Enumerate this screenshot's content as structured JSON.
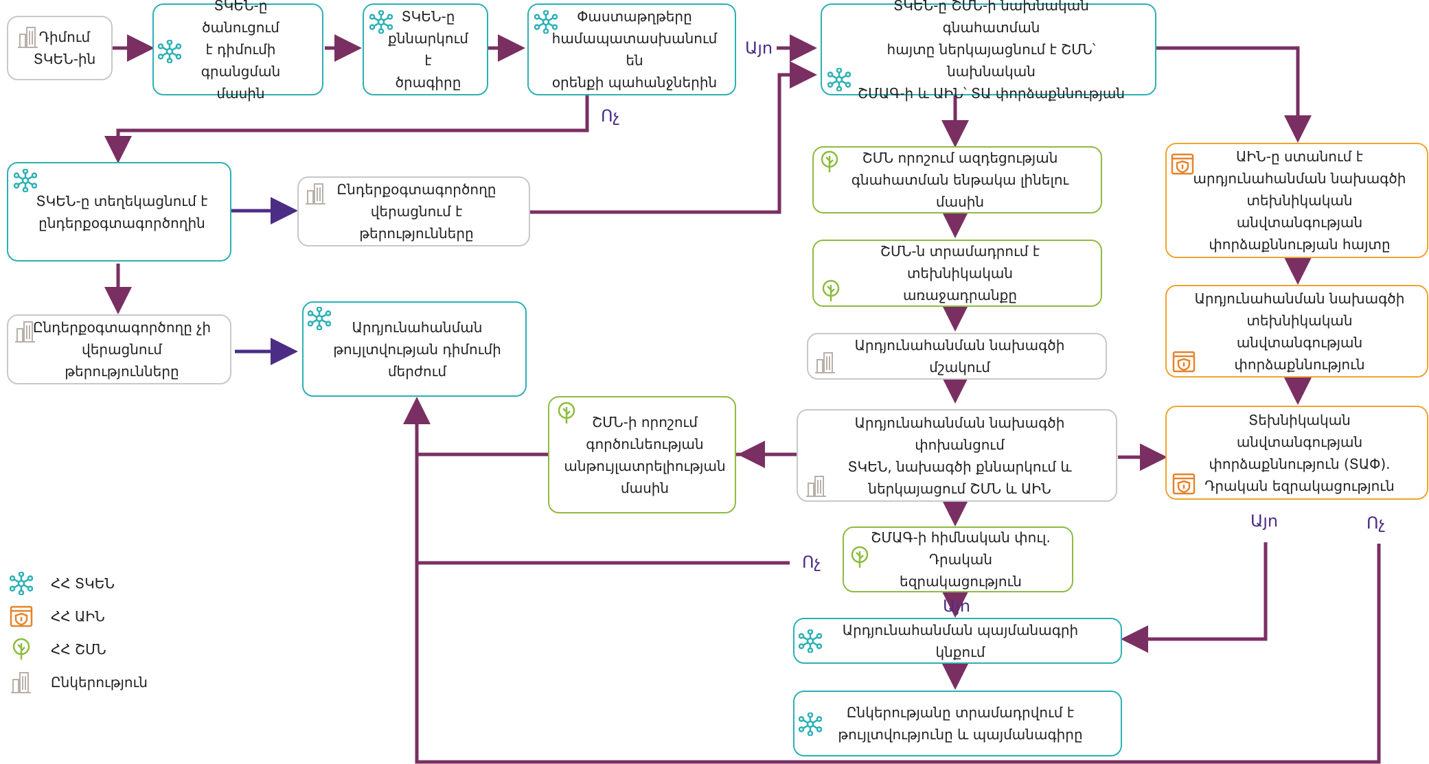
{
  "colors": {
    "connector": "#7a2f62",
    "accent_purple": "#4b2d86",
    "teal": "#2ab0b5",
    "green": "#8dbb3f",
    "orange": "#f0a32c",
    "gray": "#c8c8c8"
  },
  "nodes": {
    "apply": "Դիմում\nՏԿԵՆ-ին",
    "notify_registration": "ՏԿԵՆ-ը ծանուցում\nէ դիմումի\nգրանցման մասին",
    "review_program": "ՏԿԵՆ-ը\nքննարկում է\nծրագիրը",
    "docs_compliance": "Փաստաթղթերը\nհամապատասխանում են\nօրենքի պահանջներին",
    "request_assessment": "ՏԿԵՆ-ը ՇՄՆ-ի նախնական գնահատման\nհայտը ներկայացնում է ՇՄՆ՝ նախնական\nՇՄԱԳ-ի և ԱԻՆ՝ ՏԱ փորձաքննության",
    "inform_developer": "ՏԿԵՆ-ը տեղեկացնում է\nընդերքօգտագործողին",
    "developer_fixes": "Ընդերքօգտագործողը\nվերացնում է թերությունները",
    "developer_not_fix": "Ընդերքօգտագործողը չի\nվերացնում թերությունները",
    "reject": "Արդյունահանման\nթույլտվության դիմումի\nմերժում",
    "mne_decision": "ՇՄՆ որոշում ազդեցության\nգնահատման ենթակա լինելու մասին",
    "mne_terms": "ՇՄՆ-ն տրամադրում է տեխնիկական\nառաջադրանքը",
    "project_dev": "Արդյունահանման նախագծի մշակում",
    "project_transfer": "Արդյունահանման նախագծի փոխանցում\nՏԿԵՆ, նախագծի քննարկում և\nներկայացում ՇՄՆ և ԱԻՆ",
    "mne_unacceptable": "ՇՄՆ-ի որոշում\nգործունեության\nանթույլատրելիության\nմասին",
    "eia_main": "ՇՄԱԳ-ի հիմնական փուլ.\nԴրական եզրակացություն",
    "contract_sign": "Արդյունահանման պայմանագրի կնքում",
    "license_grant": "Ընկերությանը տրամադրվում է\nթույլտվությունը և պայմանագիրը",
    "ein_receives": "ԱԻՆ-ը ստանում է\nարդյունահանման նախագծի\nտեխնիկական անվտանգության\nփորձաքննության հայտը",
    "tech_safety_review": "Արդյունահանման նախագծի\nտեխնիկական անվտանգության\nփորձաքննություն",
    "tech_safety_positive": "Տեխնիկական անվտանգության\nփորձաքննություն (ՏԱՓ).\nԴրական եզրակացություն"
  },
  "labels": {
    "yes_1": "Այո",
    "no_1": "Ոչ",
    "no_2": "Ոչ",
    "yes_2": "Այո",
    "yes_3": "Այո",
    "no_3": "Ոչ"
  },
  "legend": [
    {
      "icon": "molecule-icon",
      "text": "ՀՀ ՏԿԵՆ"
    },
    {
      "icon": "shield-icon",
      "text": "ՀՀ ԱԻՆ"
    },
    {
      "icon": "tree-icon",
      "text": "ՀՀ ՇՄՆ"
    },
    {
      "icon": "building-icon",
      "text": "Ընկերություն"
    }
  ]
}
